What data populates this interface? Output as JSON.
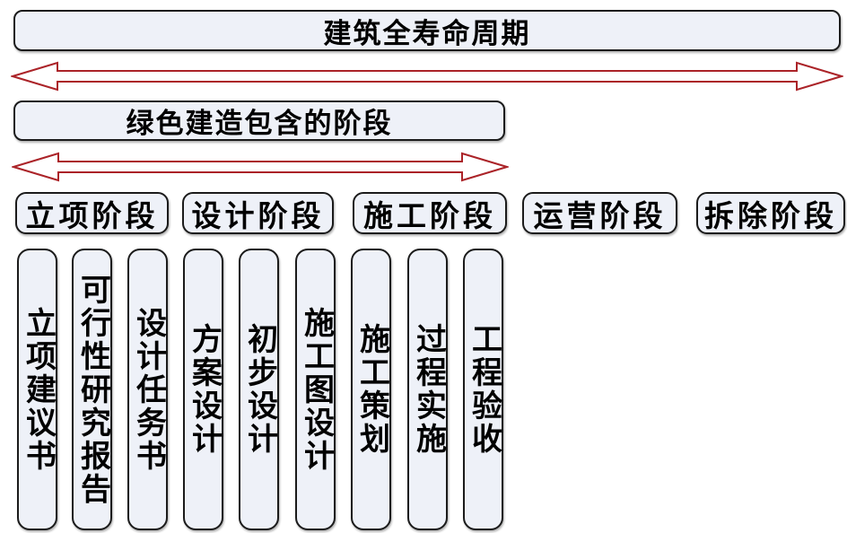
{
  "diagram": {
    "title_banner": "建筑全寿命周期",
    "green_banner": "绿色建造包含的阶段",
    "phases": [
      {
        "label": "立项阶段"
      },
      {
        "label": "设计阶段"
      },
      {
        "label": "施工阶段"
      },
      {
        "label": "运营阶段"
      },
      {
        "label": "拆除阶段"
      }
    ],
    "tasks": [
      {
        "label": "立项建议书"
      },
      {
        "label": "可行性研究报告"
      },
      {
        "label": "设计任务书"
      },
      {
        "label": "方案设计"
      },
      {
        "label": "初步设计"
      },
      {
        "label": "施工图设计"
      },
      {
        "label": "施工策划"
      },
      {
        "label": "过程实施"
      },
      {
        "label": "工程验收"
      }
    ],
    "icons": {
      "full_lifecycle_arrow": "double-headed-arrow",
      "green_construction_arrow": "double-headed-arrow"
    },
    "colors": {
      "box_fill": "#eef1f8",
      "box_border": "#1b1b1b",
      "arrow_stroke": "#ab2328",
      "text": "#000000",
      "background": "#ffffff"
    }
  }
}
